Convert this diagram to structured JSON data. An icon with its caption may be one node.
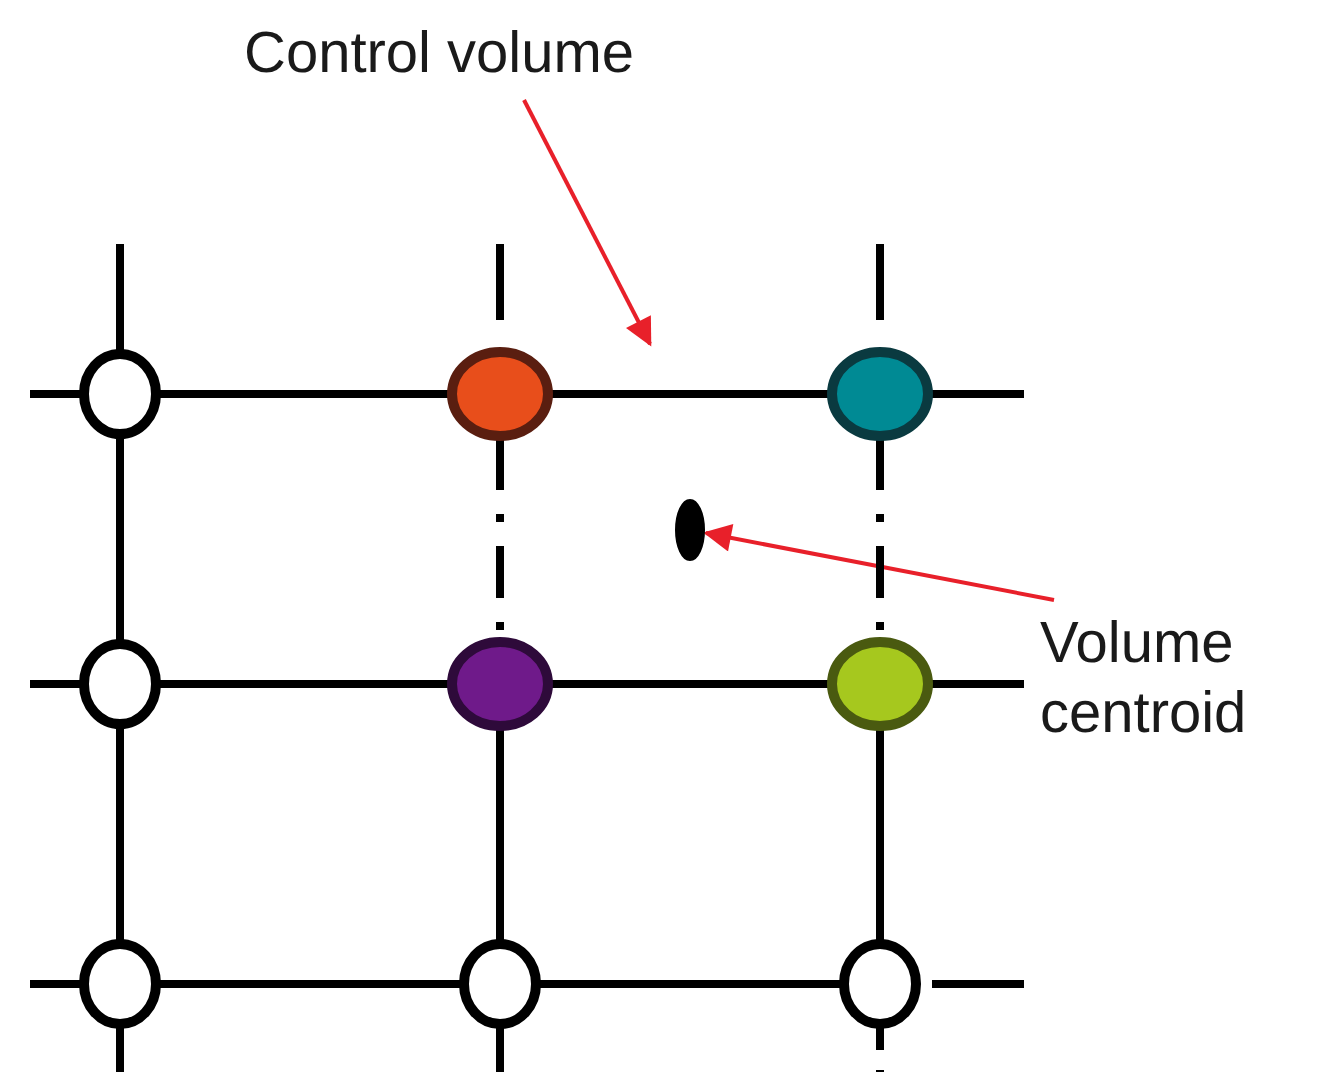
{
  "diagram": {
    "nodes": [
      {
        "text": [
          "Control volume"
        ]
      },
      {
        "text": [],
        "shape": "circle"
      },
      {
        "text": [],
        "shape": "circle"
      },
      {
        "text": [],
        "shape": "circle"
      },
      {
        "text": [],
        "shape": "circle"
      },
      {
        "text": [
          "Volume centroid"
        ]
      },
      {
        "text": [],
        "shape": "circle"
      },
      {
        "text": [],
        "shape": "circle"
      },
      {
        "text": [],
        "shape": "circle"
      },
      {
        "text": [],
        "shape": "circle"
      },
      {
        "text": [],
        "shape": "circle"
      },
      {
        "text": [],
        "shape": "circle"
      }
    ],
    "edges": [
      {
        "from": 0,
        "to": null,
        "arrow": "to",
        "color": "#e8202a"
      },
      {
        "from": 5,
        "to": 4,
        "arrow": "to",
        "color": "#e8202a"
      },
      {
        "from": 1,
        "to": 2,
        "arrow": "none"
      },
      {
        "from": 2,
        "to": 3,
        "arrow": "none"
      },
      {
        "from": 6,
        "to": 7,
        "arrow": "none"
      },
      {
        "from": 7,
        "to": 8,
        "arrow": "none"
      },
      {
        "from": 9,
        "to": 10,
        "arrow": "none"
      },
      {
        "from": 10,
        "to": 11,
        "arrow": "none"
      },
      {
        "from": 1,
        "to": 6,
        "arrow": "none"
      },
      {
        "from": 6,
        "to": 9,
        "arrow": "none"
      },
      {
        "from": 2,
        "to": 7,
        "arrow": "none",
        "style": "dashed"
      },
      {
        "from": 7,
        "to": 10,
        "arrow": "none"
      },
      {
        "from": 3,
        "to": 8,
        "arrow": "none",
        "style": "dashed"
      },
      {
        "from": 8,
        "to": 11,
        "arrow": "none"
      }
    ]
  }
}
